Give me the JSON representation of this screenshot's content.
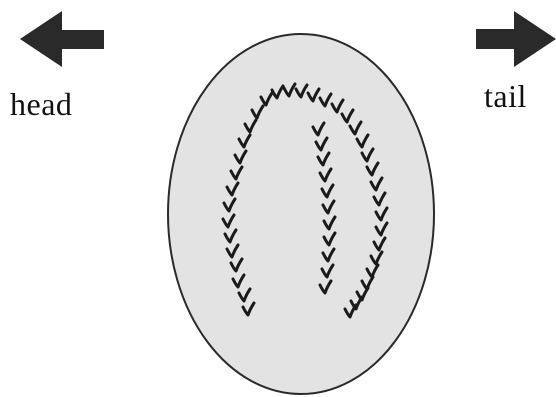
{
  "labels": {
    "head": "head",
    "tail": "tail"
  },
  "arrows": [
    {
      "name": "head-arrow",
      "direction": "left"
    },
    {
      "name": "tail-arrow",
      "direction": "right"
    }
  ],
  "colors": {
    "oval_fill": "#e3e3e3",
    "outline": "#2a2a2a",
    "background": "#ffffff",
    "marks": "#1a1a1a"
  }
}
